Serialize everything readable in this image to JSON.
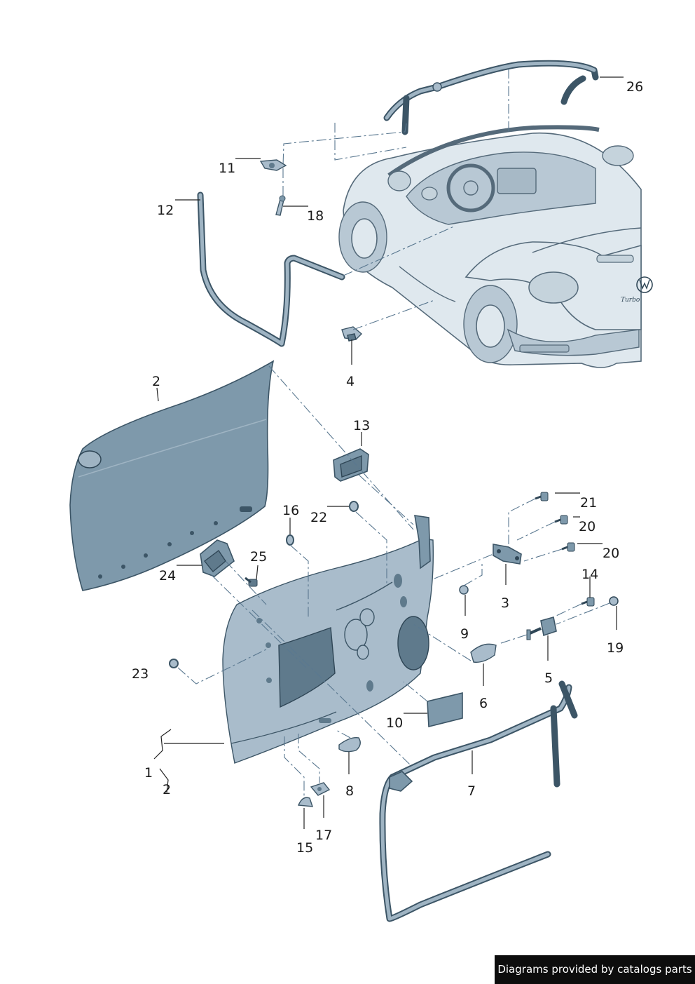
{
  "callouts": [
    {
      "id": "c26",
      "text": "26"
    },
    {
      "id": "c11",
      "text": "11"
    },
    {
      "id": "c12",
      "text": "12"
    },
    {
      "id": "c18",
      "text": "18"
    },
    {
      "id": "c4",
      "text": "4"
    },
    {
      "id": "c2a",
      "text": "2"
    },
    {
      "id": "c13",
      "text": "13"
    },
    {
      "id": "c16",
      "text": "16"
    },
    {
      "id": "c22",
      "text": "22"
    },
    {
      "id": "c21",
      "text": "21"
    },
    {
      "id": "c20a",
      "text": "20"
    },
    {
      "id": "c20b",
      "text": "20"
    },
    {
      "id": "c25",
      "text": "25"
    },
    {
      "id": "c24",
      "text": "24"
    },
    {
      "id": "c3",
      "text": "3"
    },
    {
      "id": "c14",
      "text": "14"
    },
    {
      "id": "c9",
      "text": "9"
    },
    {
      "id": "c19",
      "text": "19"
    },
    {
      "id": "c23",
      "text": "23"
    },
    {
      "id": "c5",
      "text": "5"
    },
    {
      "id": "c6",
      "text": "6"
    },
    {
      "id": "c10",
      "text": "10"
    },
    {
      "id": "c1",
      "text": "1"
    },
    {
      "id": "c2b",
      "text": "2"
    },
    {
      "id": "c8",
      "text": "8"
    },
    {
      "id": "c7",
      "text": "7"
    },
    {
      "id": "c17",
      "text": "17"
    },
    {
      "id": "c15",
      "text": "15"
    }
  ],
  "badge_text": "Turbo",
  "credit": "Diagrams provided by catalogs parts"
}
